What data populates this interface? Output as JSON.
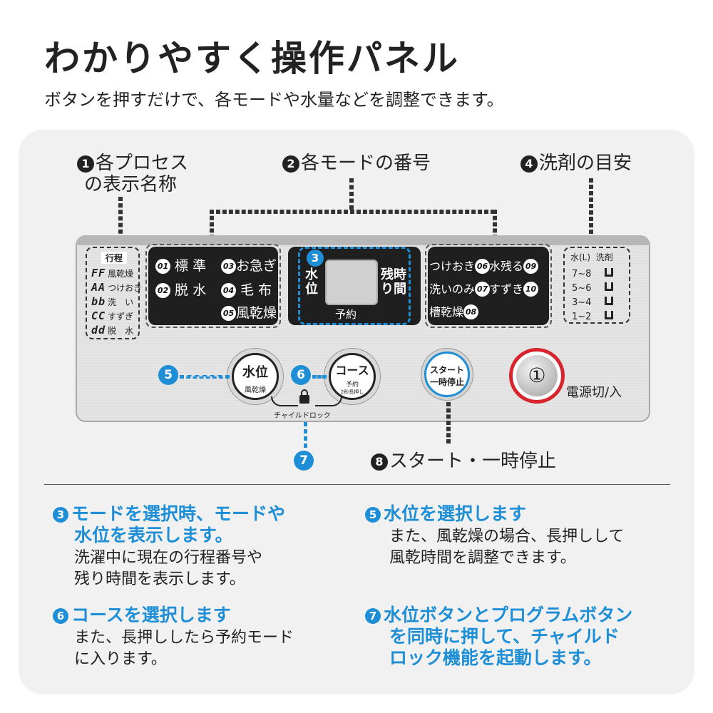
{
  "title": "わかりやすく操作パネル",
  "subtitle": "ボタンを押すだけで、各モードや水量などを調整できます。",
  "callouts": {
    "c1_num": "1",
    "c1_line1": "各プロセス",
    "c1_line2": "の表示名称",
    "c2_num": "2",
    "c2_label": "各モードの番号",
    "c4_num": "4",
    "c4_label": "洗剤の目安",
    "c8_num": "8",
    "c8_label": "スタート・一時停止"
  },
  "process_panel": {
    "header": "行程",
    "rows": [
      {
        "code": "FF",
        "label": "風乾燥"
      },
      {
        "code": "AA",
        "label": "つけおき"
      },
      {
        "code": "bb",
        "label": "洗　い"
      },
      {
        "code": "CC",
        "label": "すずぎ"
      },
      {
        "code": "dd",
        "label": "脱　水"
      }
    ]
  },
  "modes_left": {
    "m01": {
      "num": "01",
      "label": "標 準"
    },
    "m02": {
      "num": "02",
      "label": "脱 水"
    },
    "m03": {
      "num": "03",
      "label": "お急ぎ"
    },
    "m04": {
      "num": "04",
      "label": "毛 布"
    },
    "m05": {
      "num": "05",
      "label": "風乾燥"
    }
  },
  "display": {
    "badge": "3",
    "left_line1": "水",
    "left_line2": "位",
    "right_top": "残時",
    "right_bottom": "り間",
    "bottom_label": "予約"
  },
  "modes_right": {
    "m06": {
      "num": "06",
      "label": "つけおき"
    },
    "m07": {
      "num": "07",
      "label": "洗いのみ"
    },
    "m08": {
      "num": "08",
      "label": "槽乾燥"
    },
    "m09": {
      "num": "09",
      "label": "水残る"
    },
    "m10": {
      "num": "10",
      "label": "すずき"
    }
  },
  "detergent": {
    "header_water": "水(L)",
    "header_detergent": "洗剤",
    "rows": [
      "7~8",
      "5~6",
      "3~4",
      "1~2"
    ]
  },
  "buttons": {
    "water_label": "水位",
    "water_sub": "風乾燥",
    "course_label": "コース",
    "course_sub1": "予約",
    "course_sub2": "2秒長押し",
    "start_label1": "スタート",
    "start_label2": "一時停止",
    "power_symbol": "①",
    "power_label": "電源切/入",
    "child_lock": "チャイルドロック"
  },
  "markers": {
    "m5": "5",
    "m6": "6",
    "m7": "7"
  },
  "sections": {
    "s3": {
      "num": "3",
      "title1": "モードを選択時、モードや",
      "title2": "水位を表示します。",
      "body1": "洗濯中に現在の行程番号や",
      "body2": "残り時間を表示します。"
    },
    "s5": {
      "num": "5",
      "title1": "水位を選択します",
      "body1": "また、風乾燥の場合、長押しして",
      "body2": "風乾時間を調整できます。"
    },
    "s6": {
      "num": "6",
      "title1": "コースを選択します",
      "body1": "また、長押ししたら予約モード",
      "body2": "に入ります。"
    },
    "s7": {
      "num": "7",
      "title1": "水位ボタンとプログラムボタン",
      "title2": "を同時に押して、チャイルド",
      "title3": "ロック機能を起動します。"
    }
  },
  "colors": {
    "accent_blue": "#1e8fd6",
    "power_red": "#d8242c",
    "panel_dark": "#1f1f1f"
  }
}
